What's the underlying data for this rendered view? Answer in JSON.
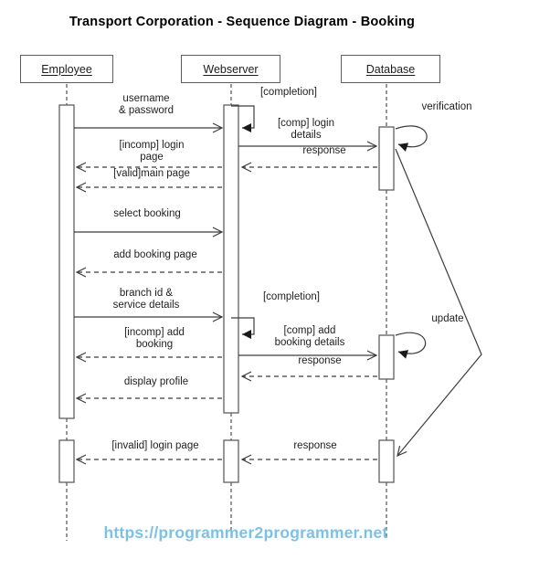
{
  "title": "Transport Corporation - Sequence Diagram - Booking",
  "actors": {
    "employee": "Employee",
    "webserver": "Webserver",
    "database": "Database"
  },
  "labels": {
    "username_password": "username\n& password",
    "completion_1": "[completion]",
    "comp_login_details": "[comp] login\ndetails",
    "response_login": "response",
    "verification": "verification",
    "incomp_login_page": "[incomp] login\npage",
    "valid_main_page": "[valid]main page",
    "select_booking": "select booking",
    "add_booking_page": "add booking page",
    "branch_id_service_details": "branch id &\nservice details",
    "completion_2": "[completion]",
    "incomp_add_booking": "[incomp] add\nbooking",
    "comp_add_booking_details": "[comp] add\nbooking details",
    "response_booking": "response",
    "update": "update",
    "display_profile": "display profile",
    "invalid_login_page": "[invalid] login page",
    "response_invalid": "response"
  },
  "footer": {
    "url_text": "https://programmer2programmer.net",
    "color": "#7CC2E6"
  },
  "colors": {
    "line": "#3c3c3c",
    "arrow_fill": "#1a1a1a",
    "box_border": "#5f5f5f",
    "text": "#1f1f1f",
    "background": "#ffffff"
  }
}
